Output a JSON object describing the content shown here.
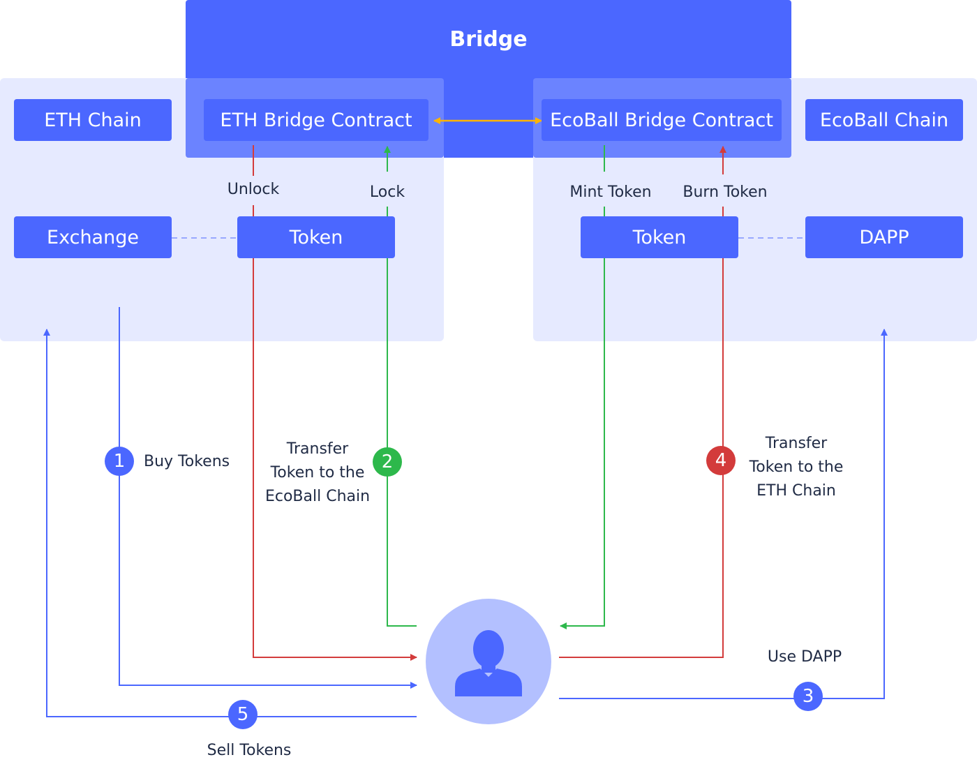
{
  "bridge": {
    "title": "Bridge"
  },
  "eth_side": {
    "chain": "ETH Chain",
    "contract": "ETH Bridge Contract",
    "exchange": "Exchange",
    "token": "Token"
  },
  "ecoball_side": {
    "chain": "EcoBall Chain",
    "contract": "EcoBall Bridge Contract",
    "token": "Token",
    "dapp": "DAPP"
  },
  "edge_labels": {
    "unlock": "Unlock",
    "lock": "Lock",
    "mint_token": "Mint Token",
    "burn_token": "Burn Token"
  },
  "steps": [
    {
      "number": "1",
      "label": "Buy Tokens",
      "color": "#4b67ff"
    },
    {
      "number": "2",
      "label": "Transfer\nToken to the\nEcoBall Chain",
      "color": "#2db84b"
    },
    {
      "number": "3",
      "label": "Use DAPP",
      "color": "#4b67ff"
    },
    {
      "number": "4",
      "label": "Transfer\nToken to the\nETH Chain",
      "color": "#d33b3b"
    },
    {
      "number": "5",
      "label": "Sell Tokens",
      "color": "#4b67ff"
    }
  ],
  "user": {
    "icon": "user-icon"
  },
  "colors": {
    "primary": "#4b67ff",
    "panel": "#e6eaff",
    "panel_inner": "#6b83ff",
    "avatar": "#b3c0ff",
    "green": "#2db84b",
    "red": "#d33b3b",
    "orange": "#ffb400"
  }
}
